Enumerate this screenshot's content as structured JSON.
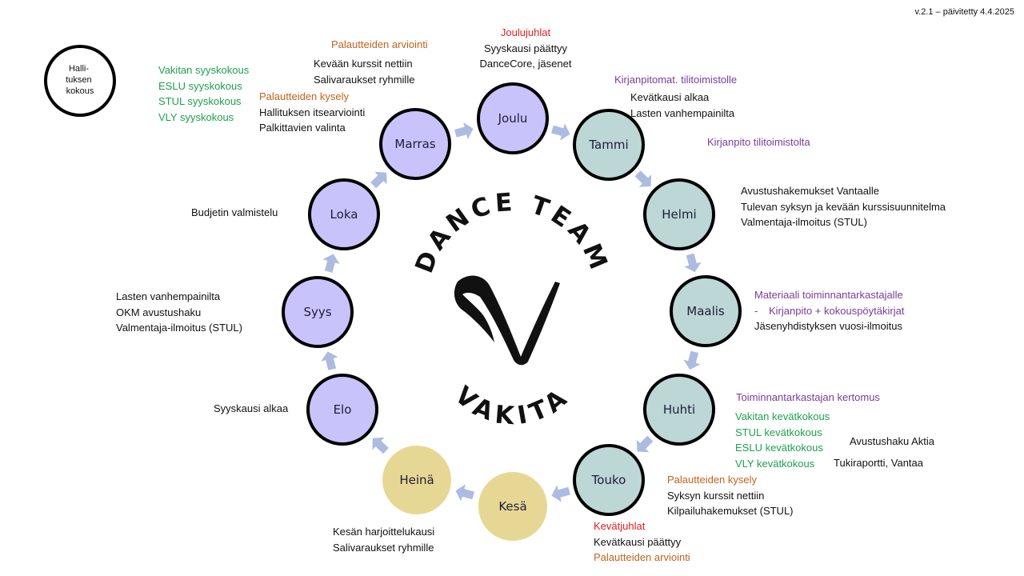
{
  "version_label": "v.2.1 – päivitetty 4.4.2025",
  "colors": {
    "winter_fill": "#c9c3fb",
    "spring_fill": "#bdd6d6",
    "summer_fill": "#e6d894",
    "node_stroke": "#000000",
    "arrow": "#adbbe0",
    "note_black": "#111111",
    "note_green": "#1fa04e",
    "note_orange": "#c0631e",
    "note_red": "#e0201f",
    "note_purple": "#7a3c9a"
  },
  "legend": {
    "meeting_lines": [
      "Halli-",
      "tuksen",
      "kokous"
    ]
  },
  "logo": {
    "top_text": "DANCE TEAM",
    "bottom_text": "VAKITA"
  },
  "months": [
    {
      "id": "joulu",
      "label": "Joulu",
      "season": "winter"
    },
    {
      "id": "tammi",
      "label": "Tammi",
      "season": "spring"
    },
    {
      "id": "helmi",
      "label": "Helmi",
      "season": "spring"
    },
    {
      "id": "maalis",
      "label": "Maalis",
      "season": "spring"
    },
    {
      "id": "huhti",
      "label": "Huhti",
      "season": "spring"
    },
    {
      "id": "touko",
      "label": "Touko",
      "season": "spring"
    },
    {
      "id": "kesa",
      "label": "Kesä",
      "season": "summer"
    },
    {
      "id": "heina",
      "label": "Heinä",
      "season": "summer"
    },
    {
      "id": "elo",
      "label": "Elo",
      "season": "winter"
    },
    {
      "id": "syys",
      "label": "Syys",
      "season": "winter"
    },
    {
      "id": "loka",
      "label": "Loka",
      "season": "winter"
    },
    {
      "id": "marras",
      "label": "Marras",
      "season": "winter"
    }
  ],
  "notes": {
    "joulu": [
      {
        "text": "Joulujuhlat",
        "color": "red"
      },
      {
        "text": "Syyskausi päättyy",
        "color": "black"
      },
      {
        "text": "DanceCore, jäsenet",
        "color": "black"
      }
    ],
    "tammi_purple": [
      {
        "text": "Kirjanpitomat. tilitoimistolle",
        "color": "purple"
      }
    ],
    "tammi_black": [
      {
        "text": "Kevätkausi alkaa",
        "color": "black"
      },
      {
        "text": "Lasten vanhempainilta",
        "color": "black"
      }
    ],
    "tammi_purple2": [
      {
        "text": "Kirjanpito tilitoimistolta",
        "color": "purple"
      }
    ],
    "helmi": [
      {
        "text": "Avustushakemukset Vantaalle",
        "color": "black"
      },
      {
        "text": "Tulevan syksyn ja kevään kurssisuunnitelma",
        "color": "black"
      },
      {
        "text": "Valmentaja-ilmoitus (STUL)",
        "color": "black"
      }
    ],
    "maalis": [
      {
        "text": "Materiaali toiminnantarkastajalle",
        "color": "purple"
      },
      {
        "text": "Kirjanpito + kokouspöytäkirjat",
        "color": "purple",
        "bullet": "-"
      },
      {
        "text": "Jäsenyhdistyksen vuosi-ilmoitus",
        "color": "black"
      }
    ],
    "huhti_purple": [
      {
        "text": "Toiminnantarkastajan kertomus",
        "color": "purple"
      }
    ],
    "huhti_green": [
      {
        "text": "Vakitan kevätkokous",
        "color": "green"
      },
      {
        "text": "STUL kevätkokous",
        "color": "green"
      },
      {
        "text": "ESLU kevätkokous",
        "color": "green"
      },
      {
        "text": "VLY kevätkokous",
        "color": "green"
      }
    ],
    "huhti_avustus": [
      {
        "text": "Avustushaku Aktia",
        "color": "black"
      }
    ],
    "huhti_tuki": [
      {
        "text": "Tukiraportti, Vantaa",
        "color": "black"
      }
    ],
    "touko": [
      {
        "text": "Palautteiden kysely",
        "color": "orange"
      },
      {
        "text": "Syksyn kurssit nettiin",
        "color": "black"
      },
      {
        "text": "Kilpailuhakemukset (STUL)",
        "color": "black"
      }
    ],
    "kesa": [
      {
        "text": "Kevätjuhlat",
        "color": "red"
      },
      {
        "text": "Kevätkausi päättyy",
        "color": "black"
      },
      {
        "text": "Palautteiden arviointi",
        "color": "orange"
      }
    ],
    "heina": [
      {
        "text": "Kesän harjoittelukausi",
        "color": "black"
      },
      {
        "text": "Salivaraukset ryhmille",
        "color": "black"
      }
    ],
    "elo": [
      {
        "text": "Syyskausi alkaa",
        "color": "black"
      }
    ],
    "syys": [
      {
        "text": "Lasten vanhempainilta",
        "color": "black"
      },
      {
        "text": "OKM avustushaku",
        "color": "black"
      },
      {
        "text": "Valmentaja-ilmoitus (STUL)",
        "color": "black"
      }
    ],
    "loka": [
      {
        "text": "Budjetin valmistelu",
        "color": "black"
      }
    ],
    "marras_green": [
      {
        "text": "Vakitan syyskokous",
        "color": "green"
      },
      {
        "text": "ESLU syyskokous",
        "color": "green"
      },
      {
        "text": "STUL syyskokous",
        "color": "green"
      },
      {
        "text": "VLY syyskokous",
        "color": "green"
      }
    ],
    "marras_arviointi": [
      {
        "text": "Palautteiden arviointi",
        "color": "orange"
      }
    ],
    "marras_kurssit": [
      {
        "text": "Kevään kurssit nettiin",
        "color": "black"
      },
      {
        "text": "Salivaraukset ryhmille",
        "color": "black"
      }
    ],
    "marras_kysely": [
      {
        "text": "Palautteiden kysely",
        "color": "orange"
      },
      {
        "text": "Hallituksen itsearviointi",
        "color": "black"
      },
      {
        "text": "Palkittavien valinta",
        "color": "black"
      }
    ]
  }
}
